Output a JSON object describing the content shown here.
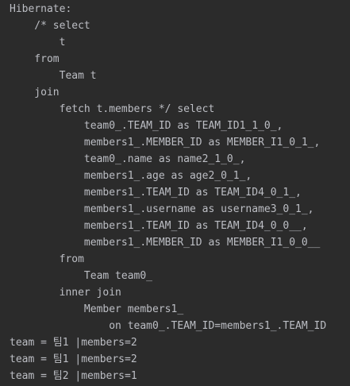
{
  "console": {
    "lines": [
      "Hibernate: ",
      "    /* select",
      "        t ",
      "    from",
      "        Team t ",
      "    join",
      "        fetch t.members */ select",
      "            team0_.TEAM_ID as TEAM_ID1_1_0_,",
      "            members1_.MEMBER_ID as MEMBER_I1_0_1_,",
      "            team0_.name as name2_1_0_,",
      "            members1_.age as age2_0_1_,",
      "            members1_.TEAM_ID as TEAM_ID4_0_1_,",
      "            members1_.username as username3_0_1_,",
      "            members1_.TEAM_ID as TEAM_ID4_0_0__,",
      "            members1_.MEMBER_ID as MEMBER_I1_0_0__ ",
      "        from",
      "            Team team0_ ",
      "        inner join",
      "            Member members1_ ",
      "                on team0_.TEAM_ID=members1_.TEAM_ID",
      "team = 팀1 |members=2",
      "team = 팀1 |members=2",
      "team = 팀2 |members=1"
    ]
  },
  "colors": {
    "background": "#2b2b2b",
    "text": "#bcbec4"
  }
}
